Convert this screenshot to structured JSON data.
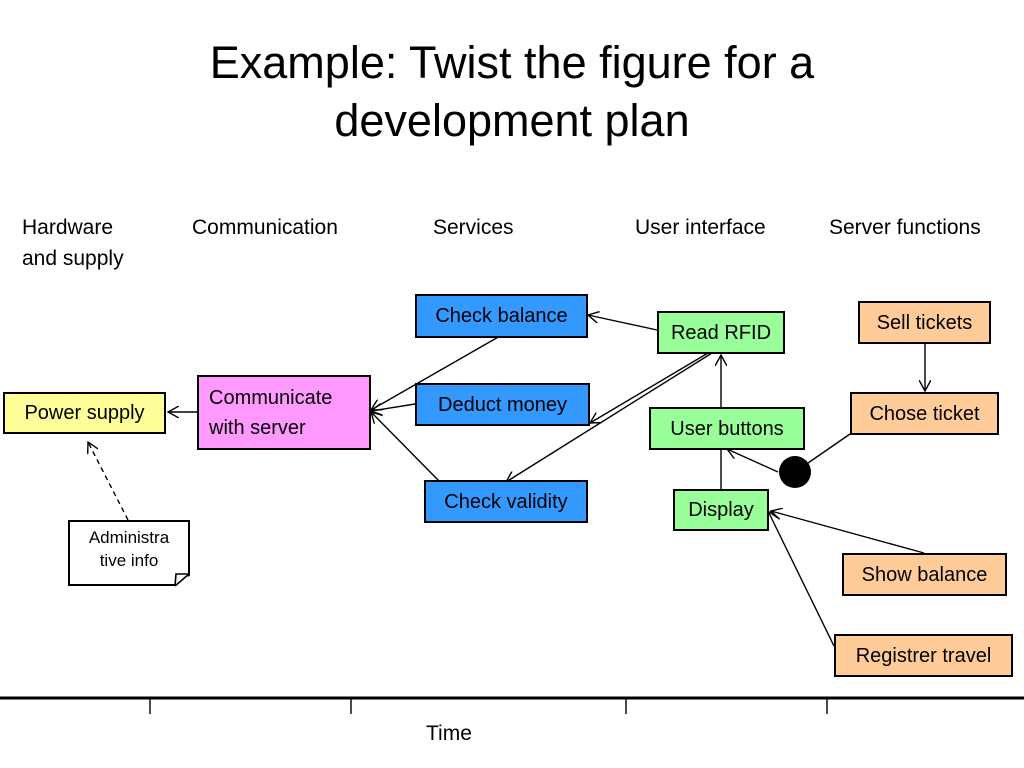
{
  "title": "Example: Twist the figure for a\ndevelopment plan",
  "columns": {
    "hardware": "Hardware\nand supply",
    "communication": "Communication",
    "services": "Services",
    "user_interface": "User interface",
    "server_functions": "Server functions"
  },
  "boxes": {
    "power_supply": "Power supply",
    "communicate": "Communicate\nwith server",
    "check_balance": "Check balance",
    "deduct_money": "Deduct money",
    "check_validity": "Check validity",
    "read_rfid": "Read RFID",
    "user_buttons": "User buttons",
    "display": "Display",
    "sell_tickets": "Sell tickets",
    "chose_ticket": "Chose ticket",
    "show_balance": "Show balance",
    "registrer_travel": "Registrer travel"
  },
  "note": "Administra\ntive info",
  "axis_label": "Time",
  "colors": {
    "hardware": "#ffff99",
    "communication": "#ff99ff",
    "services": "#3399ff",
    "user_interface": "#99ff99",
    "server_functions": "#ffcc99"
  }
}
